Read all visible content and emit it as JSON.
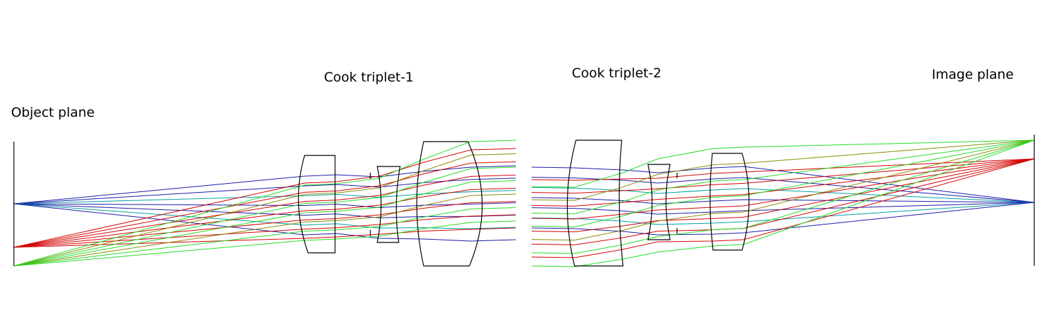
{
  "labels": {
    "object_plane": "Object plane",
    "triplet_1": "Cook triplet-1",
    "triplet_2": "Cook triplet-2",
    "image_plane": "Image plane"
  },
  "colors": {
    "blue": "#1a1aa8",
    "red": "#d40000",
    "green": "#22dd22",
    "teal": "#00a0a0",
    "olive": "#8a8a00",
    "lens_outline": "#000000"
  },
  "ray_fields": [
    "blue",
    "red",
    "green"
  ],
  "rays_per_field": 7
}
